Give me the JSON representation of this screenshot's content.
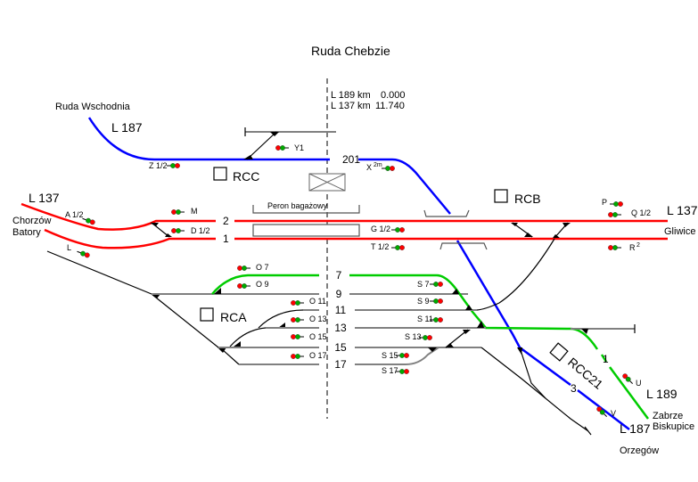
{
  "title": "Ruda Chebzie",
  "km_info": {
    "line1": {
      "line": "L 189",
      "unit": "km",
      "value": "0.000"
    },
    "line2": {
      "line": "L 137",
      "unit": "km",
      "value": "11.740"
    }
  },
  "destinations": {
    "ruda_wschodnia": "Ruda Wschodnia",
    "chorzow_1": "Chorzów",
    "chorzow_2": "Batory",
    "gliwice": "Gliwice",
    "zabrze_1": "Zabrze",
    "zabrze_2": "Biskupice",
    "orzegow": "Orzegów"
  },
  "line_labels": {
    "l187_top": "L 187",
    "l137_left": "L 137",
    "l137_right": "L 137",
    "l189": "L 189",
    "l187_bottom": "L 187"
  },
  "posts": {
    "rcc": "RCC",
    "rcb": "RCB",
    "rca": "RCA",
    "rcc21": "RCC21"
  },
  "platform_label": "Peron bagażowy",
  "tracks": {
    "t201": "201",
    "t2": "2",
    "t1": "1",
    "t7": "7",
    "t9": "9",
    "t11": "11",
    "t13": "13",
    "t15": "15",
    "t17": "17",
    "t1_l189": "1",
    "t3": "3"
  },
  "signals": {
    "y1": "Y1",
    "z12": "Z 1/2",
    "x2m": "X",
    "x2m_sup": "2m",
    "a12": "A 1/2",
    "m": "M",
    "d12": "D 1/2",
    "l": "L",
    "g12": "G 1/2",
    "t12": "T 1/2",
    "p": "P",
    "q12": "Q 1/2",
    "r2": "R",
    "r2_sup": "2",
    "o7": "O 7",
    "o9": "O 9",
    "o11": "O 11",
    "o13": "O 13",
    "o15": "O 15",
    "o17": "O 17",
    "s7": "S 7",
    "s9": "S 9",
    "s11": "S 11",
    "s13": "S 13",
    "s15": "S 15",
    "s17": "S 17",
    "u": "U",
    "v": "V"
  },
  "colors": {
    "line_137": "#ff0000",
    "line_187": "#0000ff",
    "line_189": "#00cc00",
    "sidings": "#808080",
    "signal_red": "#ff0000",
    "signal_green": "#00aa00"
  }
}
